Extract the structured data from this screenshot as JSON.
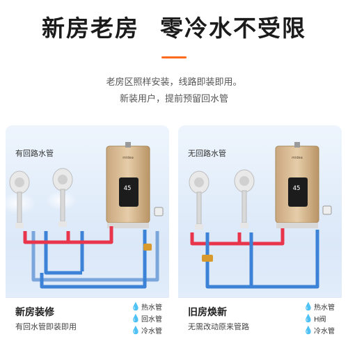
{
  "headline": {
    "left": "新房老房",
    "right": "零冷水不受限"
  },
  "subtitle": {
    "line1": "老房区照样安装，线路即装即用。",
    "line2": "新装用户，提前预留回水管"
  },
  "colors": {
    "hot": "#e8354b",
    "cold": "#3c82d6",
    "return": "#7aa6dc",
    "valve": "#d89a2c",
    "accent": "#ff6a1f"
  },
  "panel_left": {
    "label": "有回路水管",
    "title": "新房装修",
    "sub": "有回水管即装即用",
    "legend": [
      {
        "icon": "drop-icon",
        "glyph": "💧",
        "color": "#e8354b",
        "text": "热水管"
      },
      {
        "icon": "drop-icon",
        "glyph": "💧",
        "color": "#7aa6dc",
        "text": "回水管"
      },
      {
        "icon": "drop-icon",
        "glyph": "💧",
        "color": "#3c82d6",
        "text": "冷水管"
      }
    ]
  },
  "panel_right": {
    "label": "无回路水管",
    "title": "旧房焕新",
    "sub": "无需改动原来管路",
    "legend": [
      {
        "icon": "drop-icon",
        "glyph": "💧",
        "color": "#e8354b",
        "text": "热水管"
      },
      {
        "icon": "drop-icon",
        "glyph": "💧",
        "color": "#d89a2c",
        "text": "H阀"
      },
      {
        "icon": "drop-icon",
        "glyph": "💧",
        "color": "#3c82d6",
        "text": "冷水管"
      }
    ]
  },
  "heater_display": "45"
}
